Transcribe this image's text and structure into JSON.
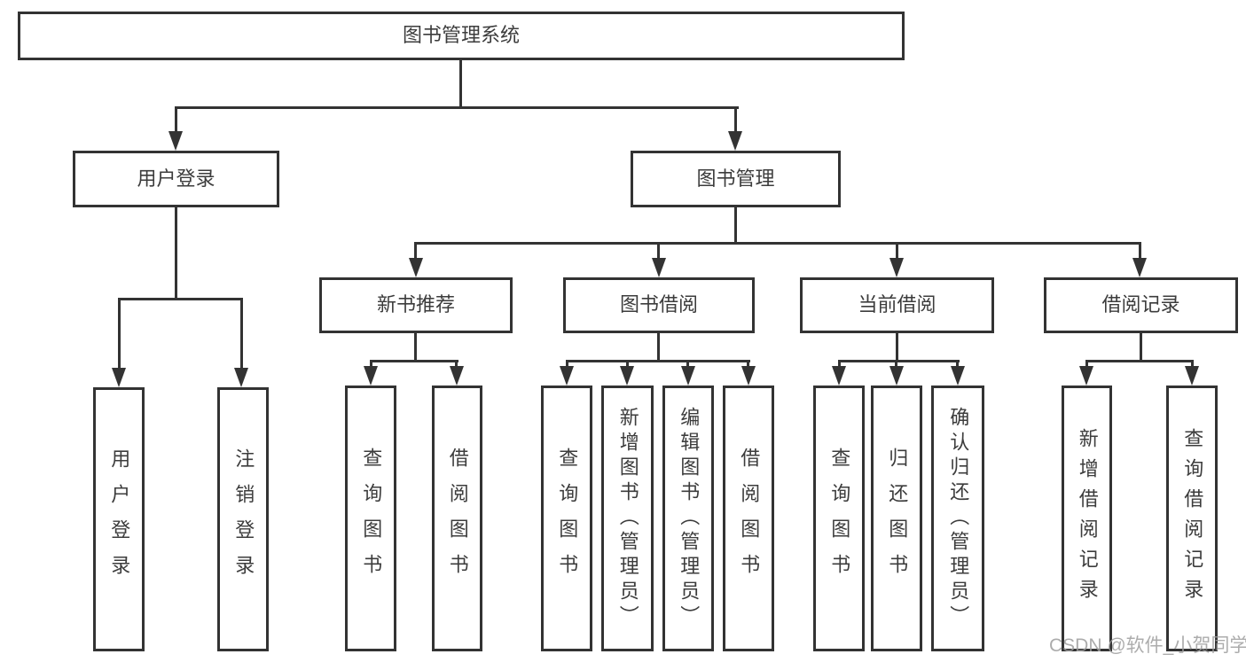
{
  "nodes": {
    "root": "图书管理系统",
    "user_login": "用户登录",
    "book_mgmt": "图书管理",
    "new_book_rec": "新书推荐",
    "book_borrow": "图书借阅",
    "current_borrow": "当前借阅",
    "borrow_record": "借阅记录",
    "ul_user_login": "用户登录",
    "ul_logout": "注销登录",
    "nb_query_book": "查询图书",
    "nb_borrow_book": "借阅图书",
    "bb_query_book": "查询图书",
    "bb_add_book": "新增图书（管理员）",
    "bb_edit_book": "编辑图书（管理员）",
    "bb_borrow_book": "借阅图书",
    "cb_query_book": "查询图书",
    "cb_return_book": "归还图书",
    "cb_confirm_return": "确认归还（管理员）",
    "br_add_record": "新增借阅记录",
    "br_query_record": "查询借阅记录"
  },
  "watermark": "CSDN @软件_小贺同学",
  "colors": {
    "line": "#333333",
    "text": "#3c3c3c",
    "watermark": "#9e9e9e",
    "background": "#ffffff"
  }
}
